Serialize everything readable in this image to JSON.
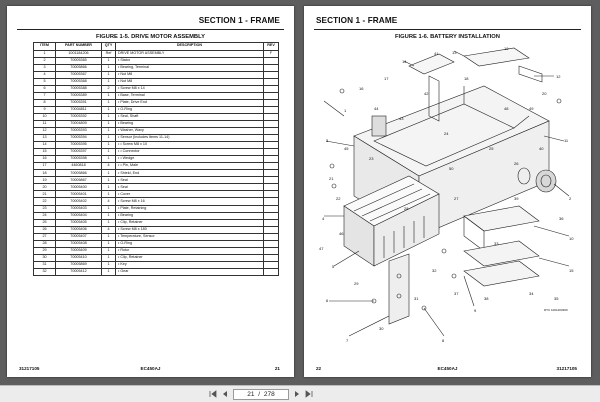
{
  "left_page": {
    "section_title": "SECTION 1 - FRAME",
    "figure_title": "FIGURE 1-5. DRIVE MOTOR ASSEMBLY",
    "table": {
      "headers": [
        "ITEM",
        "PART NUMBER",
        "QTY",
        "DESCRIPTION",
        "REV"
      ],
      "rows": [
        [
          "1",
          "1001184206",
          "Ref",
          "DRIVE MOTOR ASSEMBLY",
          "F"
        ],
        [
          "2",
          "70005365",
          "1",
          "• Stator",
          ""
        ],
        [
          "3",
          "70005866",
          "1",
          "• Bearing, Terminal",
          ""
        ],
        [
          "4",
          "70005367",
          "1",
          "• Nut M8",
          ""
        ],
        [
          "5",
          "70005368",
          "1",
          "• Nut M8",
          ""
        ],
        [
          "6",
          "70005388",
          "2",
          "• Screw M8 x 14",
          ""
        ],
        [
          "7",
          "70005389",
          "1",
          "• Base, Terminal",
          ""
        ],
        [
          "8",
          "70005391",
          "1",
          "• Plate, Drive End",
          ""
        ],
        [
          "9",
          "70004811",
          "1",
          "• O-Ring",
          ""
        ],
        [
          "10",
          "70005392",
          "1",
          "• Seal, Shaft",
          ""
        ],
        [
          "11",
          "70004809",
          "1",
          "• Bearing",
          ""
        ],
        [
          "12",
          "70005393",
          "1",
          "• Washer, Wavy",
          ""
        ],
        [
          "13",
          "70005394",
          "1",
          "• Sensor (Includes Items 11-14)",
          ""
        ],
        [
          "14",
          "70005395",
          "1",
          "• • Screw M8 x 10",
          ""
        ],
        [
          "15",
          "70005397",
          "1",
          "• • Connector",
          ""
        ],
        [
          "16",
          "70005398",
          "1",
          "• • Wedge",
          ""
        ],
        [
          "17",
          "4460818",
          "4",
          "• • Pin, Male",
          ""
        ],
        [
          "18",
          "70005866",
          "1",
          "• Shield, End",
          ""
        ],
        [
          "19",
          "70005867",
          "1",
          "• Seal",
          ""
        ],
        [
          "20",
          "70005400",
          "1",
          "• Seal",
          ""
        ],
        [
          "21",
          "70005401",
          "1",
          "• Cover",
          ""
        ],
        [
          "22",
          "70005402",
          "4",
          "• Screw M8 x 16",
          ""
        ],
        [
          "23",
          "70005403",
          "1",
          "• Plate, Retaining",
          ""
        ],
        [
          "24",
          "70005404",
          "1",
          "• Bearing",
          ""
        ],
        [
          "25",
          "70005405",
          "1",
          "• Clip, Retainer",
          ""
        ],
        [
          "26",
          "70005406",
          "4",
          "• Screw M8 x 180",
          ""
        ],
        [
          "27",
          "70005407",
          "1",
          "• Temperature, Sensor",
          ""
        ],
        [
          "28",
          "70005408",
          "1",
          "• O-Ring",
          ""
        ],
        [
          "29",
          "70005409",
          "1",
          "• Rotor",
          ""
        ],
        [
          "30",
          "70005410",
          "1",
          "• Clip, Retainer",
          ""
        ],
        [
          "31",
          "70005869",
          "1",
          "• Key",
          ""
        ],
        [
          "32",
          "70005412",
          "1",
          "• Gear",
          ""
        ]
      ]
    },
    "footer_left": "31217105",
    "footer_center": "EC450AJ",
    "footer_right": "21"
  },
  "right_page": {
    "section_title": "SECTION 1 - FRAME",
    "figure_title": "FIGURE 1-6. BATTERY INSTALLATION",
    "diagram_ref": "RTC 1001200369",
    "callouts": [
      "1",
      "2",
      "3",
      "4",
      "5",
      "6",
      "7",
      "8",
      "9",
      "10",
      "11",
      "12",
      "13",
      "14",
      "15",
      "16",
      "17",
      "18",
      "19",
      "20",
      "21",
      "22",
      "23",
      "24",
      "25",
      "26",
      "27",
      "28",
      "29",
      "30",
      "31",
      "32",
      "33",
      "34",
      "35",
      "36",
      "37",
      "38",
      "39",
      "40",
      "41",
      "42",
      "43",
      "44",
      "45",
      "46",
      "47",
      "48",
      "49",
      "50"
    ],
    "footer_left": "22",
    "footer_center": "EC450AJ",
    "footer_right": "31217105"
  },
  "toolbar": {
    "current_page": "21",
    "separator": "/",
    "total_pages": "278",
    "first_icon": "first-page-icon",
    "prev_icon": "prev-page-icon",
    "next_icon": "next-page-icon",
    "last_icon": "last-page-icon"
  }
}
